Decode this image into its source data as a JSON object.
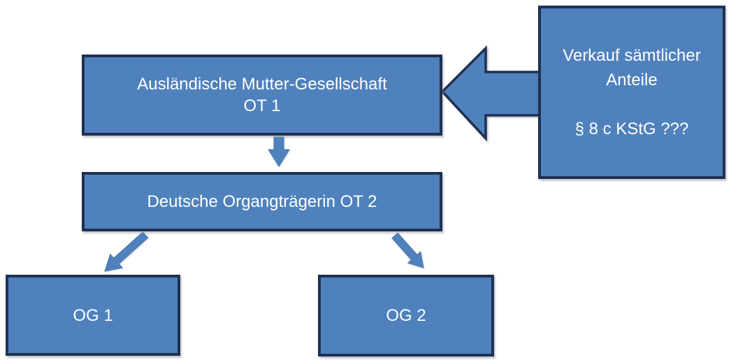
{
  "diagram": {
    "type": "org-structure-flow",
    "language": "de",
    "colors": {
      "box_fill": "#4f81bd",
      "box_border": "#1f3150",
      "arrow_fill": "#4f81bd",
      "text": "#ffffff",
      "background": "#ffffff"
    },
    "boxes": {
      "ot1": {
        "lines": [
          "Ausländische Mutter-Gesellschaft",
          "OT 1"
        ]
      },
      "ot2": {
        "label": "Deutsche Organgträgerin OT 2"
      },
      "og1": {
        "label": "OG 1"
      },
      "og2": {
        "label": "OG 2"
      },
      "note": {
        "lines": [
          "Verkauf sämtlicher",
          "Anteile",
          "",
          "§ 8 c KStG ???"
        ]
      }
    },
    "connections": [
      {
        "from": "note",
        "to": "ot1",
        "style": "block-arrow-left"
      },
      {
        "from": "ot1",
        "to": "ot2",
        "style": "arrow-down"
      },
      {
        "from": "ot2",
        "to": "og1",
        "style": "arrow-diagonal-left"
      },
      {
        "from": "ot2",
        "to": "og2",
        "style": "arrow-diagonal-right"
      }
    ]
  }
}
